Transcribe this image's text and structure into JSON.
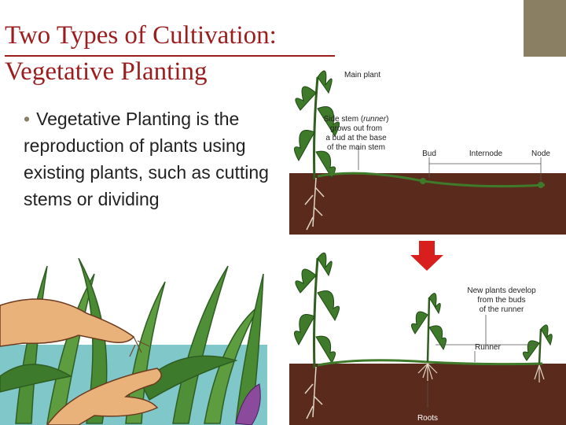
{
  "slide": {
    "title_line1": "Two Types of Cultivation:",
    "title_line2": "Vegetative Planting",
    "bullet": "Vegetative Planting is the reproduction of plants using existing plants, such as cutting stems or dividing"
  },
  "diagram_top": {
    "main_plant": "Main plant",
    "side_stem_prefix": "Side stem (",
    "side_stem_italic": "runner",
    "side_stem_suffix": ")",
    "side_stem_2": "grows out from",
    "side_stem_3": "a bud at the base",
    "side_stem_4": "of the main stem",
    "bud": "Bud",
    "internode": "Internode",
    "node": "Node"
  },
  "diagram_bottom": {
    "new_plants_1": "New plants develop",
    "new_plants_2": "from the buds",
    "new_plants_3": "of the runner",
    "runner": "Runner",
    "roots": "Roots"
  },
  "colors": {
    "title": "#9b1d1d",
    "accent": "#8a7f63",
    "soil": "#5a2a1c",
    "arrow": "#d91e1e",
    "plant": "#3f7a2a"
  }
}
